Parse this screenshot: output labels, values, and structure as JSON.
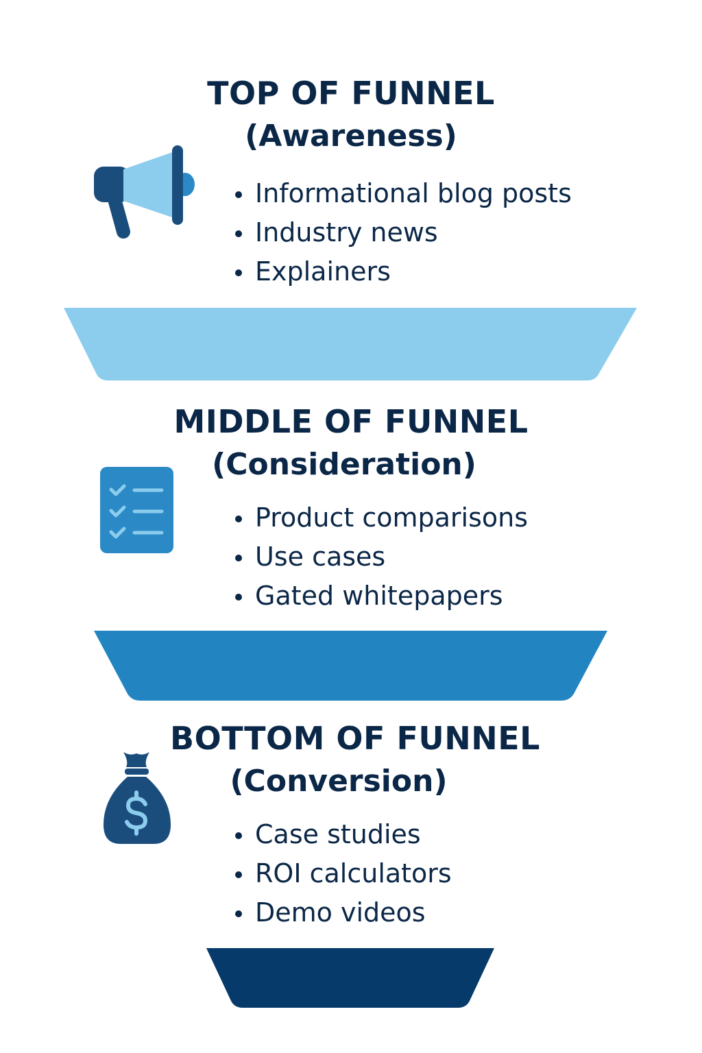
{
  "stages": [
    {
      "title": "TOP OF FUNNEL",
      "subtitle": "(Awareness)",
      "icon": "megaphone-icon",
      "color": "#8ccdee",
      "items": [
        "Informational blog posts",
        "Industry news",
        "Explainers"
      ]
    },
    {
      "title": "MIDDLE OF FUNNEL",
      "subtitle": "(Consideration)",
      "icon": "checklist-icon",
      "color": "#2285c1",
      "items": [
        "Product comparisons",
        "Use cases",
        "Gated whitepapers"
      ]
    },
    {
      "title": "BOTTOM OF FUNNEL",
      "subtitle": "(Conversion)",
      "icon": "money-bag-icon",
      "color": "#063a6a",
      "items": [
        "Case studies",
        "ROI calculators",
        "Demo videos"
      ]
    }
  ],
  "colors": {
    "text": "#0b2747",
    "dark_blue": "#1b4d7c",
    "mid_blue": "#2b8ac6",
    "light_blue": "#8ccdee",
    "navy": "#063a6a"
  }
}
